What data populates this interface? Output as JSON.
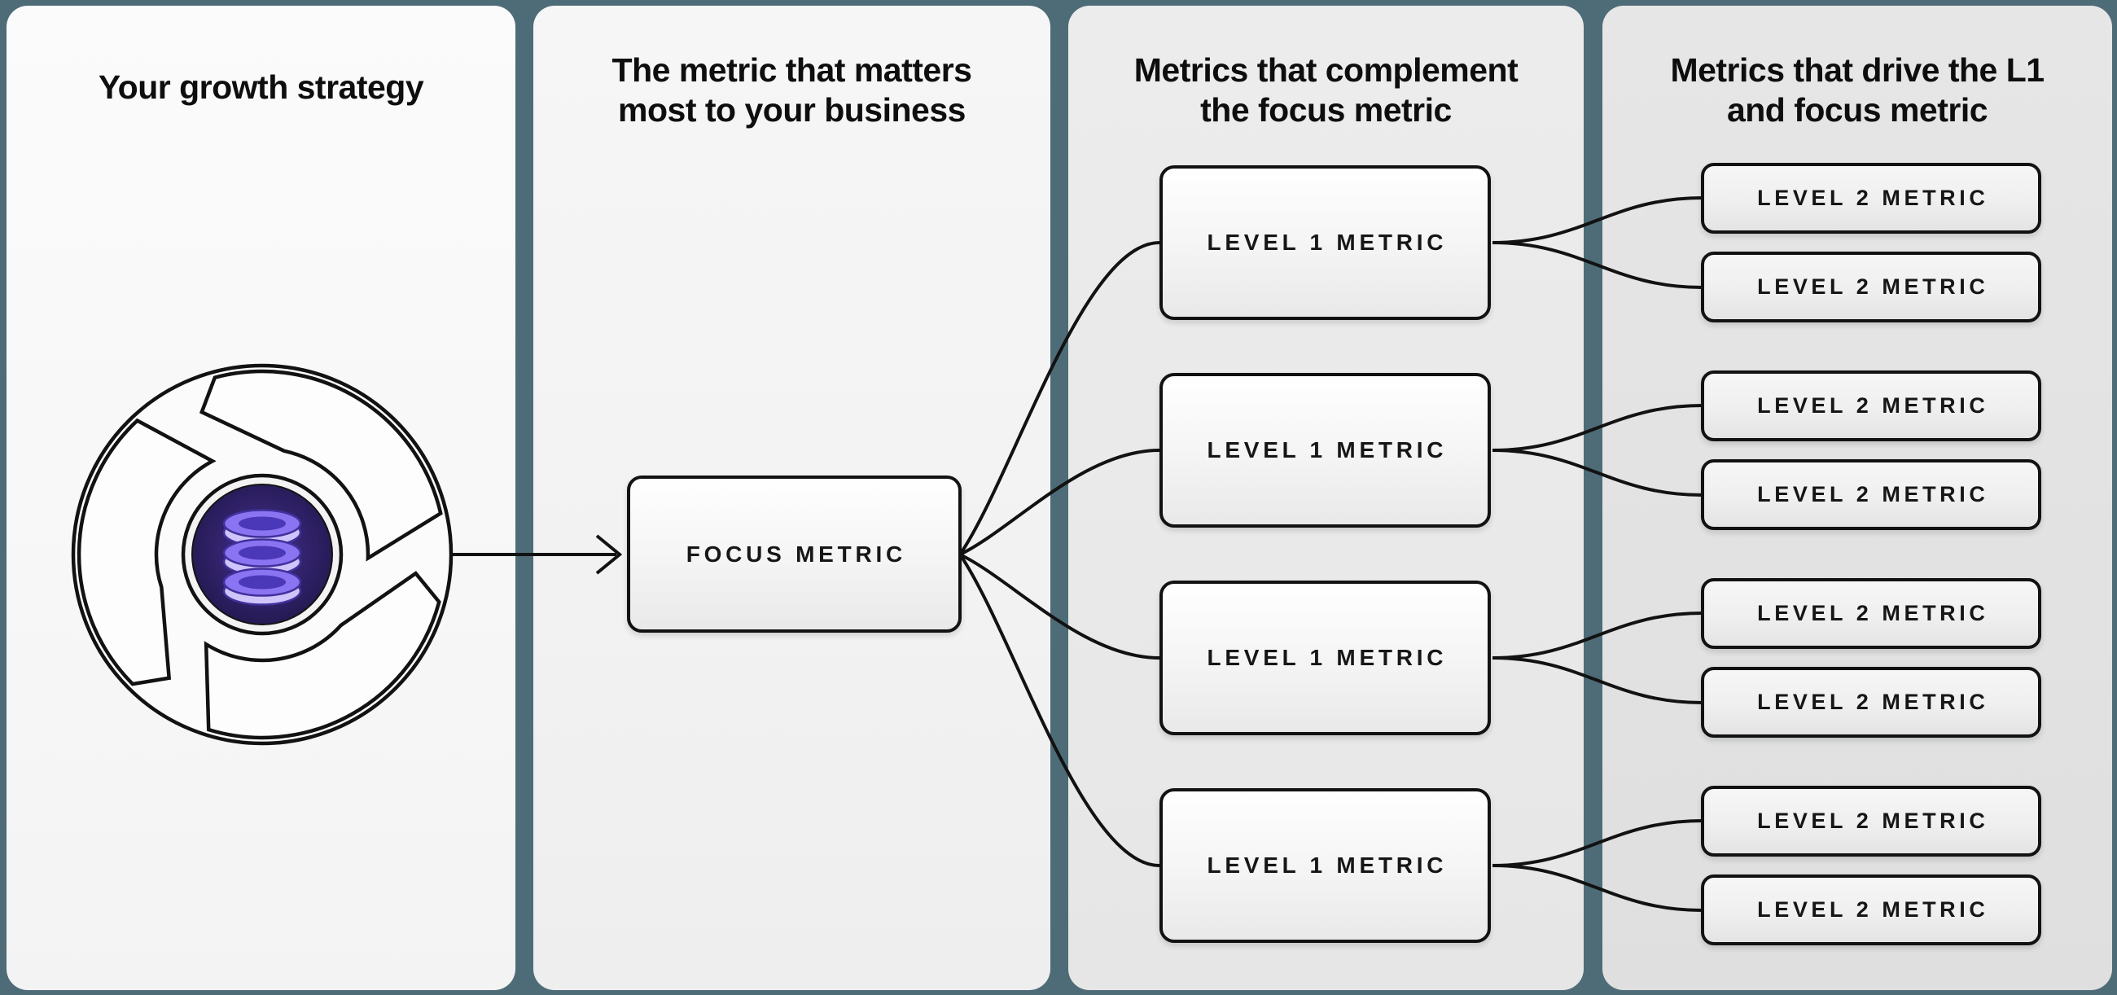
{
  "colors": {
    "background": "#4e6c77",
    "panel_growth": "#f7f7f7",
    "panel_focus": "#f2f2f2",
    "panel_level1": "#e9e9e9",
    "panel_level2": "#e2e2e2",
    "line": "#121212",
    "box_border": "#121212",
    "title_text": "#0e0e0e",
    "label_text": "#161616",
    "box_fill_top": "#ffffff",
    "box_fill_bottom": "#e9e9e9",
    "disc_light": "#44339c",
    "disc_mid": "#342470",
    "disc_dark": "#201649",
    "db_light": "#cfc5fb",
    "db_mid": "#8b74f2",
    "db_hole": "#4b38b8",
    "db_outline": "#41319c"
  },
  "panels": {
    "growth": {
      "title": "Your growth strategy"
    },
    "focus": {
      "title_line1": "The metric that matters",
      "title_line2": "most to your business",
      "box_label": "FOCUS METRIC"
    },
    "level1": {
      "title_line1": "Metrics that complement",
      "title_line2": "the focus metric",
      "boxes": [
        "LEVEL 1 METRIC",
        "LEVEL 1 METRIC",
        "LEVEL 1 METRIC",
        "LEVEL 1 METRIC"
      ]
    },
    "level2": {
      "title_line1": "Metrics that drive the L1",
      "title_line2": "and focus metric",
      "boxes": [
        "LEVEL 2 METRIC",
        "LEVEL 2 METRIC",
        "LEVEL 2 METRIC",
        "LEVEL 2 METRIC",
        "LEVEL 2 METRIC",
        "LEVEL 2 METRIC",
        "LEVEL 2 METRIC",
        "LEVEL 2 METRIC"
      ]
    }
  }
}
